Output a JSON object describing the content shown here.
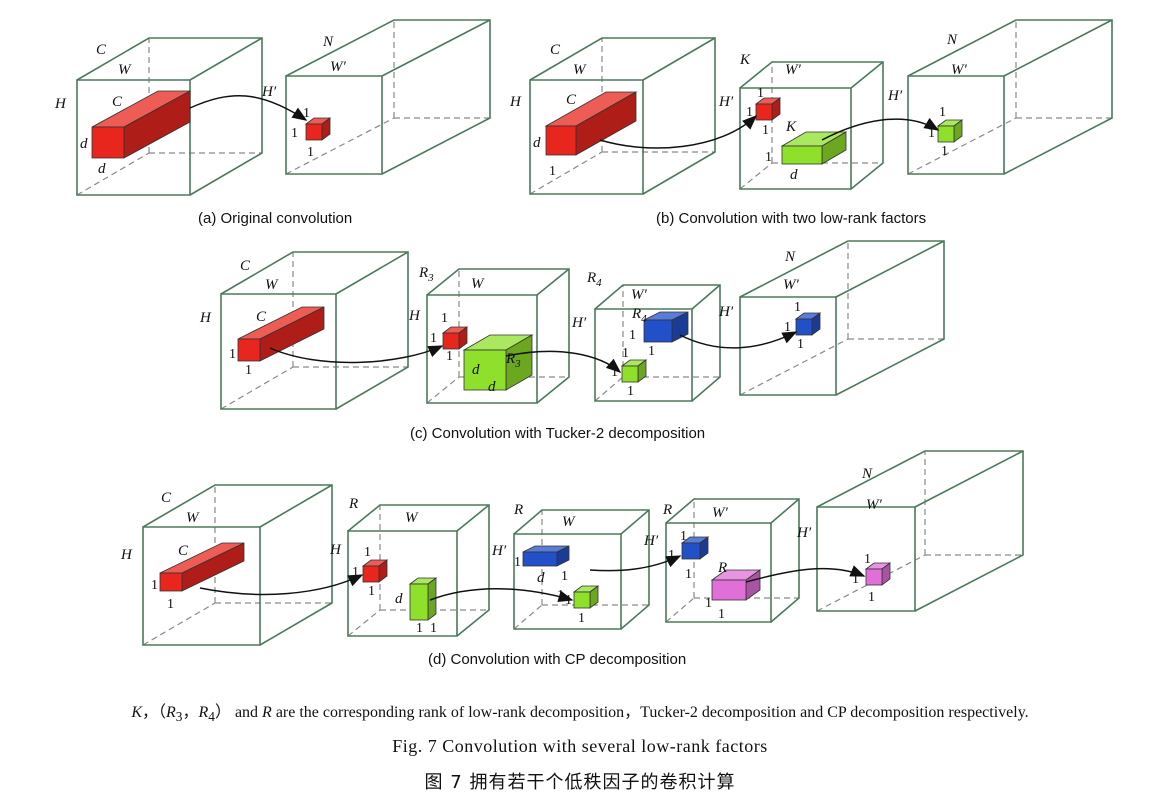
{
  "panels": {
    "a": {
      "caption": "(a)  Original convolution"
    },
    "b": {
      "caption": "(b)  Convolution with two low-rank factors"
    },
    "c": {
      "caption": "(c)  Convolution with Tucker-2 decomposition"
    },
    "d": {
      "caption": "(d)  Convolution with CP decomposition"
    }
  },
  "labels": {
    "C": "C",
    "W": "W",
    "H": "H",
    "d": "d",
    "N": "N",
    "Wp": "W′",
    "Hp": "H′",
    "K": "K",
    "R3": "R",
    "R3sub": "3",
    "R4": "R",
    "R4sub": "4",
    "R": "R",
    "one": "1"
  },
  "colors": {
    "red": "#e8261e",
    "green": "#8ee02a",
    "blue": "#2250c8",
    "pink": "#e070d8",
    "cube_edge": "#4a7a5a"
  },
  "note": {
    "K": "K",
    "open": "，（",
    "R3": "R",
    "R3sub": "3",
    "comma": "，",
    "R4": "R",
    "R4sub": "4",
    "close": "） and ",
    "R": "R",
    "rest": " are the corresponding rank of low-rank decomposition，Tucker-2 decomposition and CP decomposition respectively."
  },
  "figure_caption_en": "Fig. 7   Convolution with several low-rank factors",
  "figure_caption_zh": "图 7   拥有若干个低秩因子的卷积计算"
}
